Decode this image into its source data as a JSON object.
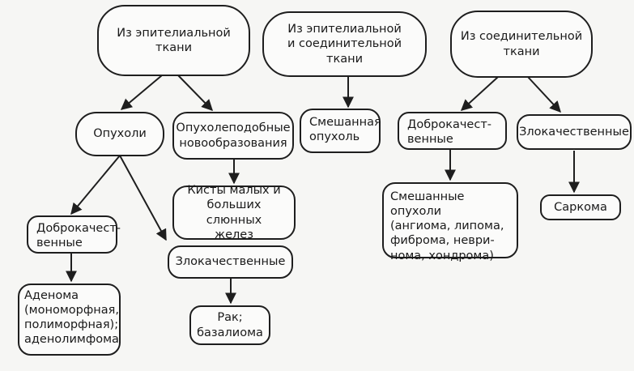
{
  "nodes": {
    "epithelial": "Из эпителиальной\nткани",
    "mixed_tissue": "Из эпителиальной\nи соединительной ткани",
    "connective": "Из соединительной\nткани",
    "tumors": "Опухоли",
    "tumor_like": "Опухолеподобные\nновообразования",
    "cysts": "Кисты малых и\nбольших слюнных\nжелез",
    "benign_epi": "Доброкачест-\nвенные",
    "adenoma": "Аденома\n(мономорфная,\nполиморфная);\nаденолимфома",
    "malignant_epi": "Злокачественные",
    "cancer": "Рак;\nбазалиома",
    "mixed_tumor": "Смешанная\nопухоль",
    "benign_conn": "Доброкачест-\nвенные",
    "mixed_tumors_list": "Смешанные опухоли\n(ангиома, липома,\nфиброма, неври-\nнома, хондрома)",
    "malignant_conn": "Злокачественные",
    "sarcoma": "Саркома"
  }
}
